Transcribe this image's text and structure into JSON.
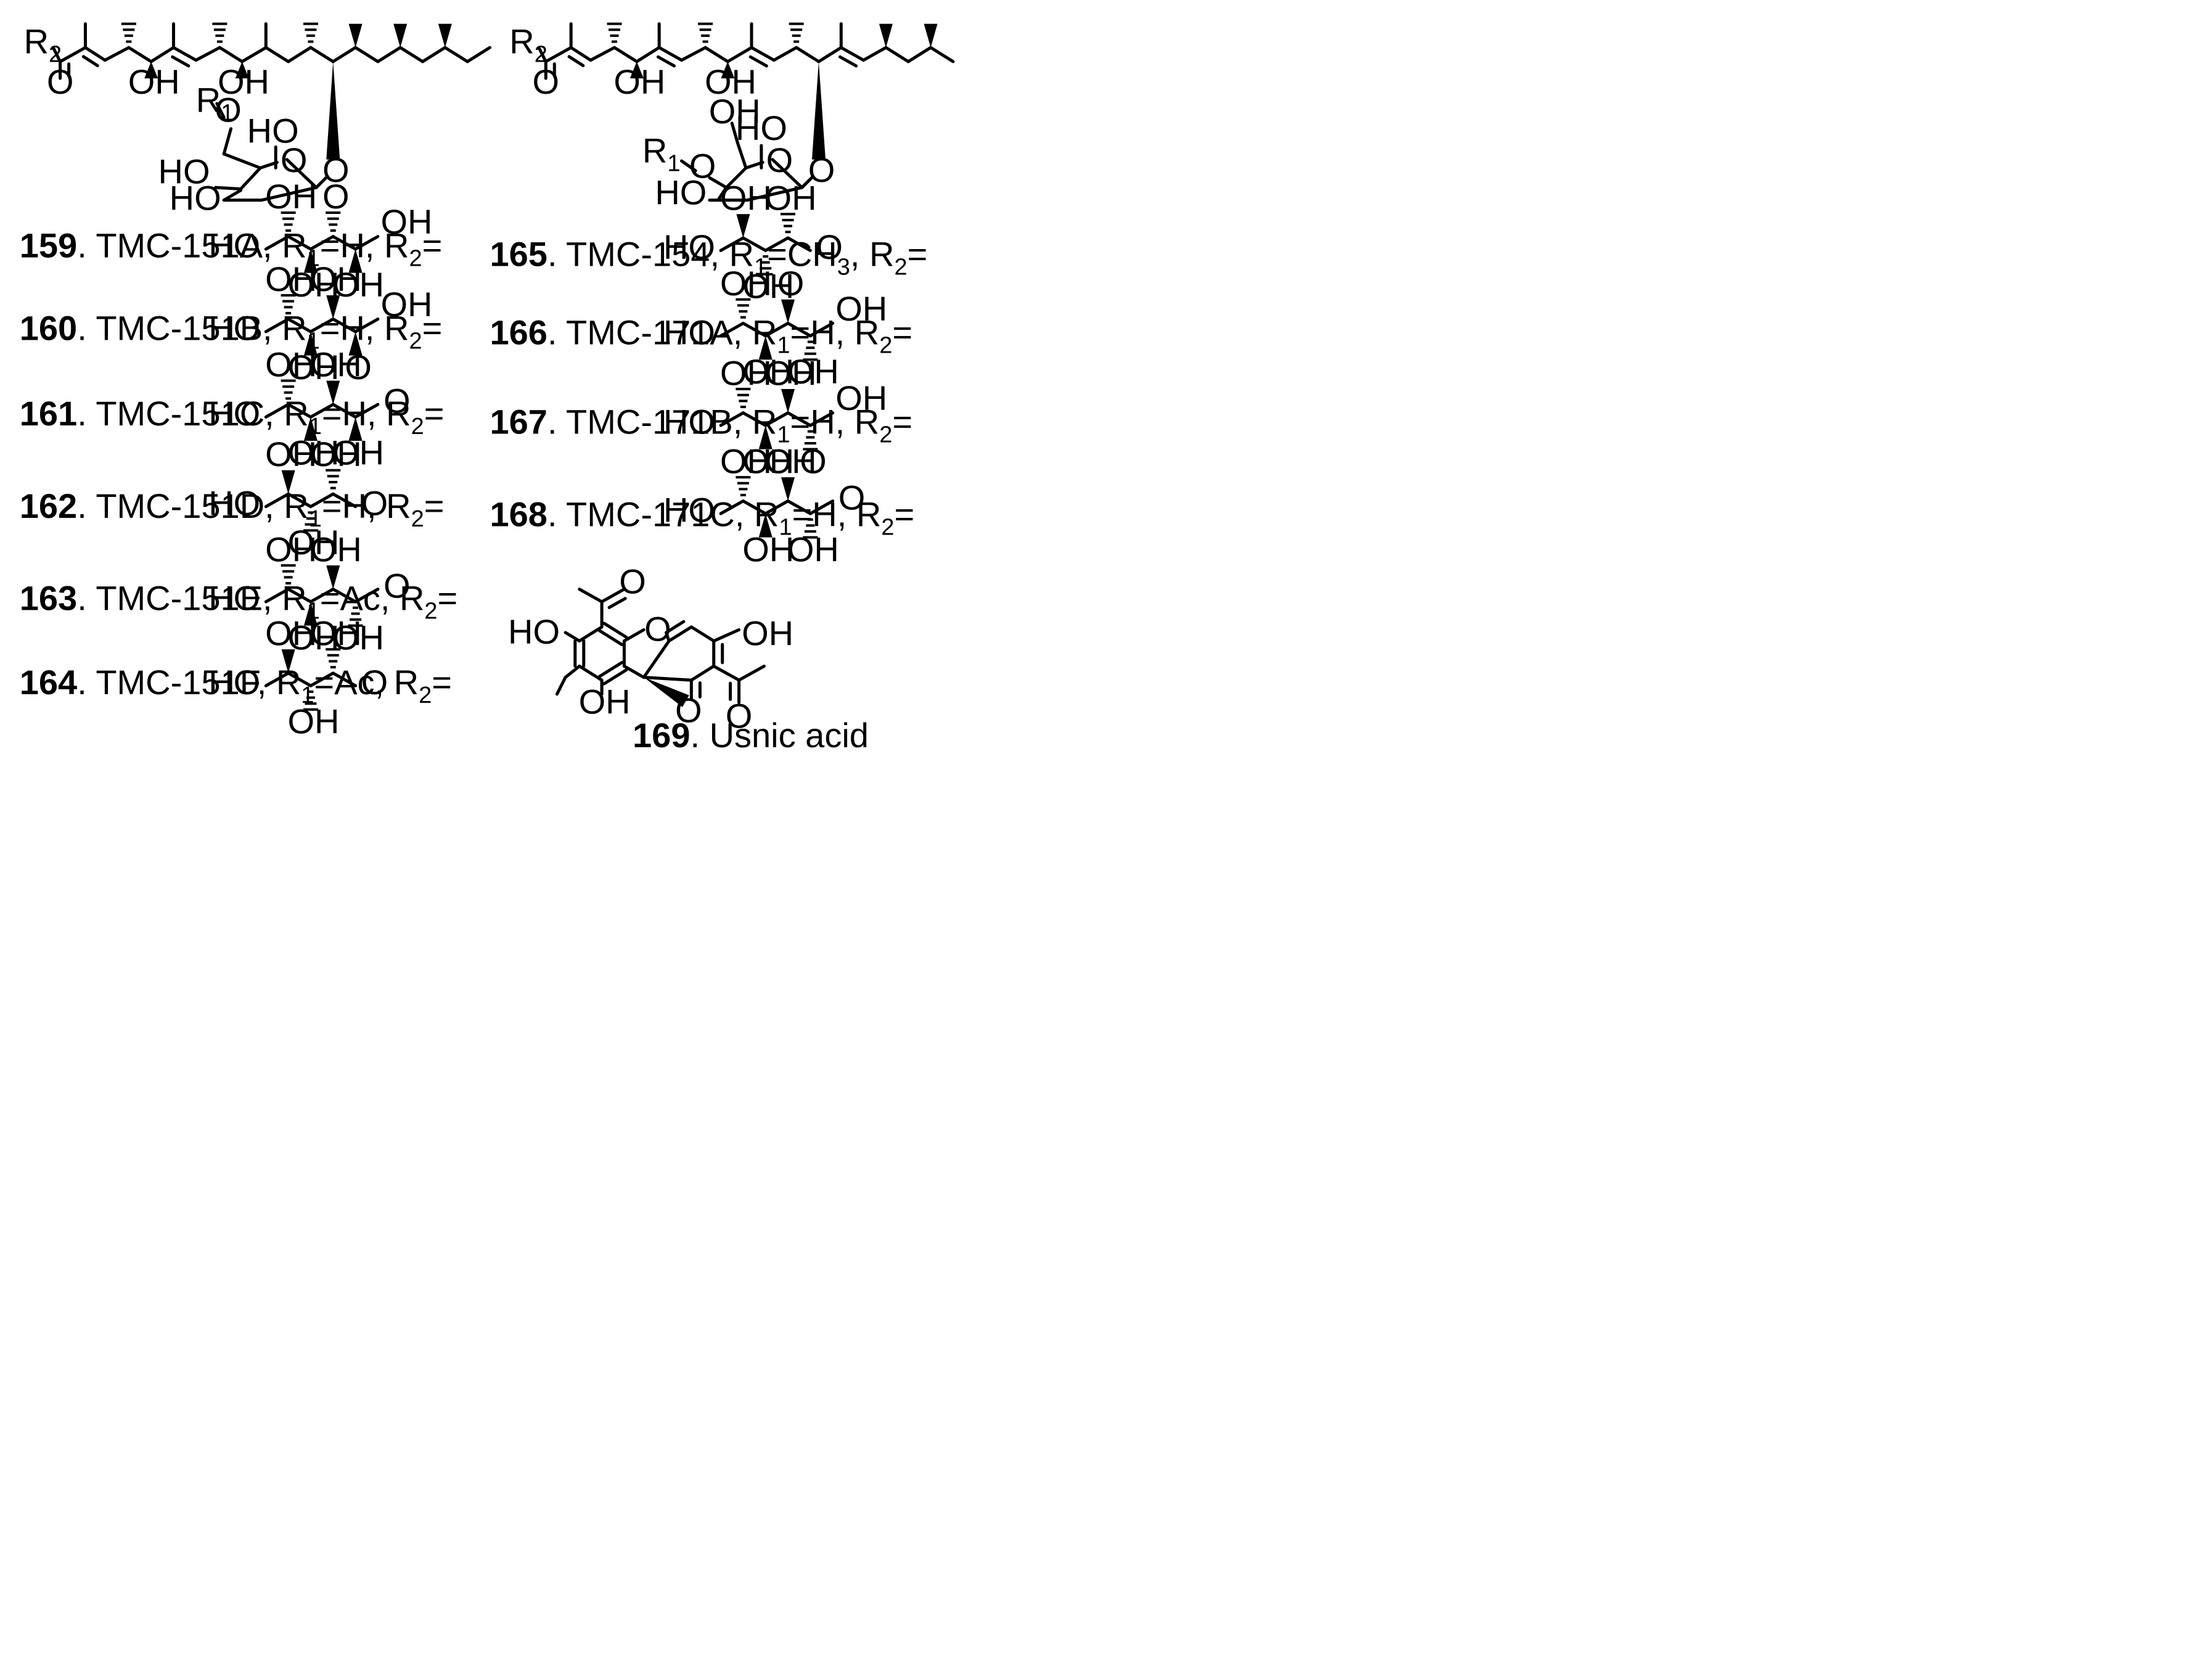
{
  "atoms": {
    "OH": "OH",
    "HO": "HO",
    "O": "O",
    "R": "R",
    "sub1": "1",
    "sub2": "2",
    "sub3": "3"
  },
  "compounds": [
    {
      "number": "159",
      "name": "TMC-151A",
      "r1": "H",
      "r2_label": "R2="
    },
    {
      "number": "160",
      "name": "TMC-151B",
      "r1": "H",
      "r2_label": "R2="
    },
    {
      "number": "161",
      "name": "TMC-151C",
      "r1": "H",
      "r2_label": "R2="
    },
    {
      "number": "162",
      "name": "TMC-151D",
      "r1": "H",
      "r2_label": "R2="
    },
    {
      "number": "163",
      "name": "TMC-151E",
      "r1": "Ac",
      "r2_label": "R2="
    },
    {
      "number": "164",
      "name": "TMC-151F",
      "r1": "Ac",
      "r2_label": "R2="
    },
    {
      "number": "165",
      "name": "TMC-154",
      "r1": "CH3",
      "r2_label": "R2="
    },
    {
      "number": "166",
      "name": "TMC-171A",
      "r1": "H",
      "r2_label": "R2="
    },
    {
      "number": "167",
      "name": "TMC-171B",
      "r1": "H",
      "r2_label": "R2="
    },
    {
      "number": "168",
      "name": "TMC-171C",
      "r1": "H",
      "r2_label": "R2="
    },
    {
      "number": "169",
      "name": "Usnic acid"
    }
  ]
}
